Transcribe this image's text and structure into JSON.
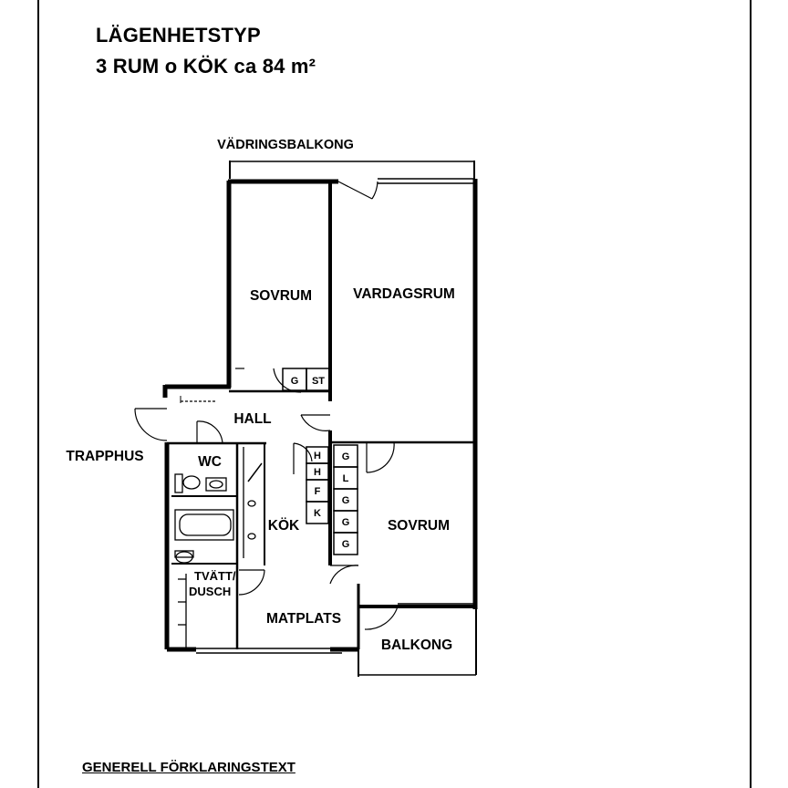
{
  "header": {
    "title_line1": "LÄGENHETSTYP",
    "title_line2": "3 RUM o KÖK ca 84 m²"
  },
  "rooms": {
    "vadringsbalkong": "VÄDRINGSBALKONG",
    "sovrum_top": "SOVRUM",
    "vardagsrum": "VARDAGSRUM",
    "hall": "HALL",
    "trapphus": "TRAPPHUS",
    "wc": "WC",
    "kok": "KÖK",
    "sovrum_bottom": "SOVRUM",
    "tvatt_line1": "TVÄTT/",
    "tvatt_line2": "DUSCH",
    "matplats": "MATPLATS",
    "balkong": "BALKONG"
  },
  "closets": {
    "hall": [
      "G",
      "ST"
    ],
    "kitchen": [
      "H",
      "H",
      "F",
      "K"
    ],
    "bedroom": [
      "G",
      "L",
      "G",
      "G",
      "G"
    ]
  },
  "legend": {
    "title": "GENERELL FÖRKLARINGSTEXT"
  }
}
